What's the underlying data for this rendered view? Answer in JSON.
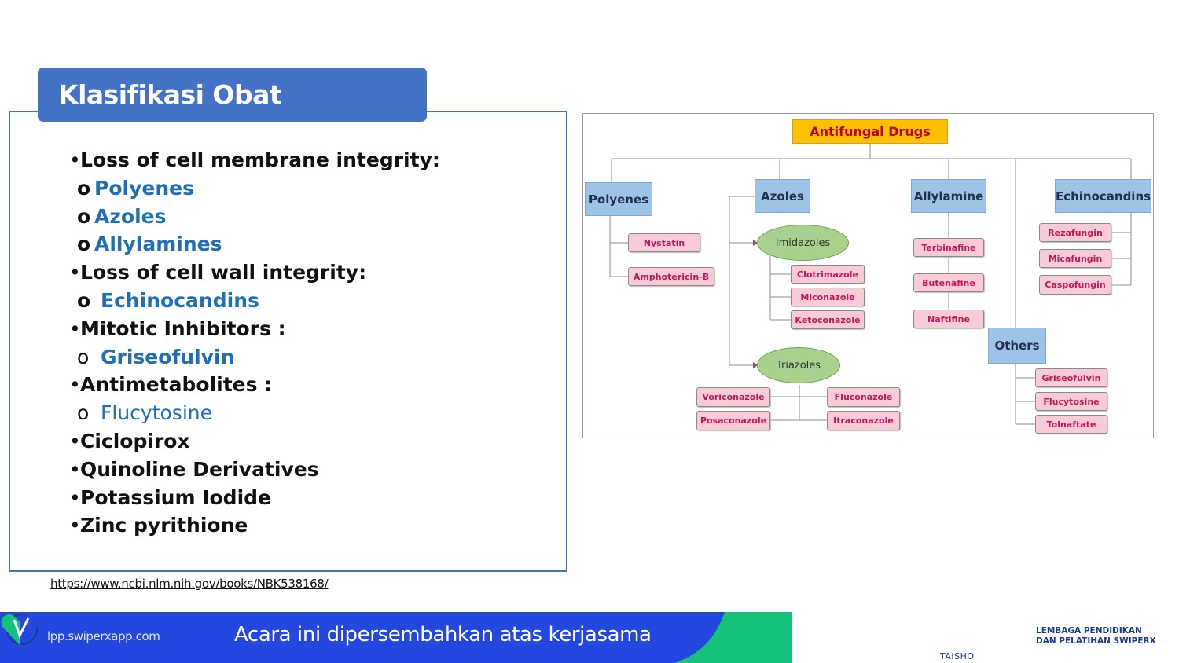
{
  "slide": {
    "title": "Klasifikasi Obat Antijamur",
    "source_url": "https://www.ncbi.nlm.nih.gov/books/NBK538168/"
  },
  "bullets": [
    {
      "bullet": "•",
      "text": "Loss of cell membrane integrity:"
    },
    {
      "bullet": "o",
      "text": "Polyenes"
    },
    {
      "bullet": "o",
      "text": "Azoles"
    },
    {
      "bullet": "o",
      "text": "Allylamines"
    },
    {
      "bullet": "•",
      "text": "Loss of cell wall integrity:"
    },
    {
      "bullet": "o",
      "text": "Echinocandins"
    },
    {
      "bullet": "•",
      "text": "Mitotic Inhibitors :"
    },
    {
      "bullet": "o",
      "text": "Griseofulvin"
    },
    {
      "bullet": "•",
      "text": "Antimetabolites :"
    },
    {
      "bullet": "o",
      "text": "Flucytosine"
    },
    {
      "bullet": "•",
      "text": "Ciclopirox"
    },
    {
      "bullet": "•",
      "text": "Quinoline Derivatives"
    },
    {
      "bullet": "•",
      "text": "Potassium Iodide"
    },
    {
      "bullet": "•",
      "text": "Zinc pyrithione"
    }
  ],
  "diagram": {
    "root": "Antifungal Drugs",
    "categories": {
      "polyenes": "Polyenes",
      "azoles": "Azoles",
      "allylamine": "Allylamine",
      "echinocandins": "Echinocandins",
      "others": "Others"
    },
    "subgroups": {
      "imidazoles": "Imidazoles",
      "triazoles": "Triazoles"
    },
    "drugs": {
      "nystatin": "Nystatin",
      "amphotericin_b": "Amphotericin-B",
      "clotrimazole": "Clotrimazole",
      "miconazole": "Miconazole",
      "ketoconazole": "Ketoconazole",
      "voriconazole": "Voriconazole",
      "posaconazole": "Posaconazole",
      "fluconazole": "Fluconazole",
      "itraconazole": "Itraconazole",
      "terbinafine": "Terbinafine",
      "butenafine": "Butenafine",
      "naftifine": "Naftifine",
      "rezafungin": "Rezafungin",
      "micafungin": "Micafungin",
      "caspofungin": "Caspofungin",
      "griseofulvin": "Griseofulvin",
      "flucytosine": "Flucytosine",
      "tolnaftate": "Tolnaftate"
    },
    "colors": {
      "root_fill": "#ffc000",
      "root_text": "#c00000",
      "category_fill": "#9dc3e6",
      "drug_fill": "#f8cbd7",
      "drug_text": "#c0185a",
      "oval_fill": "#a9d18e"
    }
  },
  "footer": {
    "site": "lpp.swiperxapp.com",
    "text": "Acara ini dipersembahkan atas kerjasama",
    "taisho_label": "TAISHO",
    "lpp_line1": "LEMBAGA PENDIDIKAN",
    "lpp_line2": "DAN PELATIHAN SWIPERX",
    "colors": {
      "bar": "#2447e0",
      "accent": "#14c27a",
      "brand": "#1a3a8a"
    }
  }
}
